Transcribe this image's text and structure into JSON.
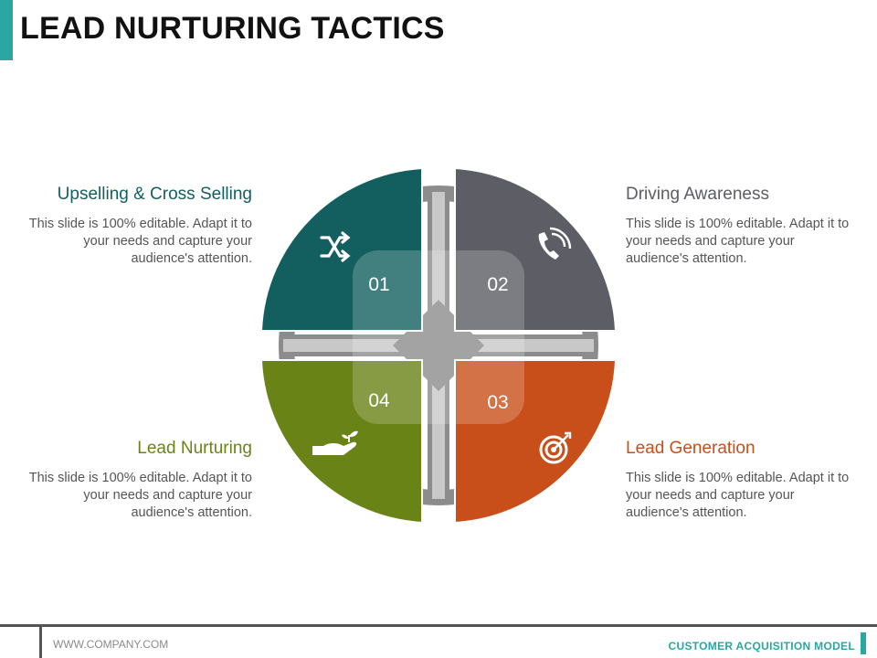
{
  "title": "LEAD NURTURING TACTICS",
  "colors": {
    "accent": "#2aa7a1",
    "teal": "#135f5f",
    "gray": "#5c5d65",
    "orange": "#c94f1a",
    "green": "#6a8316",
    "hub": "#8c8c8c"
  },
  "items": [
    {
      "num": "01",
      "heading": "Upselling & Cross Selling",
      "body": "This slide is 100% editable. Adapt it to your needs and capture your audience's attention.",
      "color": "#135f5f",
      "icon": "shuffle-icon"
    },
    {
      "num": "02",
      "heading": "Driving Awareness",
      "body": "This slide is 100% editable. Adapt it to your needs and capture your audience's attention.",
      "color": "#5c5d65",
      "icon": "phone-icon"
    },
    {
      "num": "03",
      "heading": "Lead Generation",
      "body": "This slide is 100% editable. Adapt it to your needs and capture your audience's attention.",
      "color": "#c94f1a",
      "icon": "target-icon"
    },
    {
      "num": "04",
      "heading": "Lead Nurturing",
      "body": "This slide is 100% editable. Adapt it to your needs and capture your audience's attention.",
      "color": "#6a8316",
      "icon": "hand-plant-icon"
    }
  ],
  "footer": {
    "url": "WWW.COMPANY.COM",
    "label": "CUSTOMER ACQUISITION MODEL"
  }
}
